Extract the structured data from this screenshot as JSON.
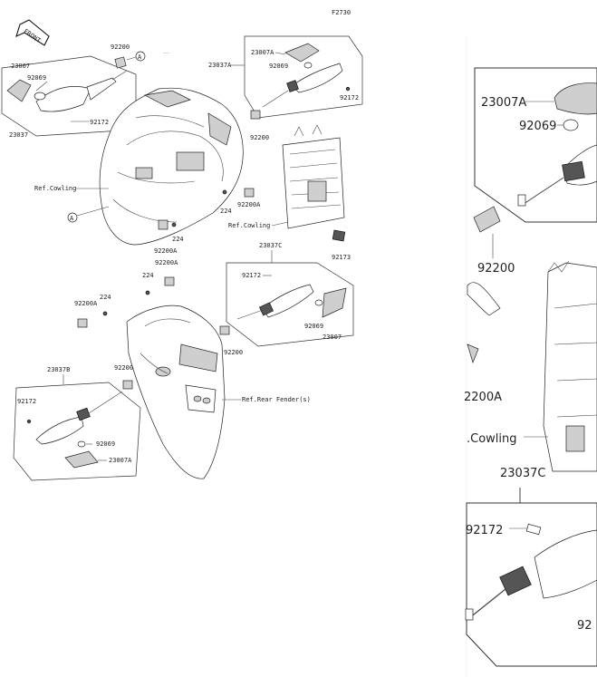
{
  "figure_code": "F2730",
  "front_label": "FRONT",
  "callout_A": "A",
  "labels": {
    "p23007": "23007",
    "p92069": "92069",
    "p23037": "23037",
    "p92172": "92172",
    "p92200": "92200",
    "p23037A": "23037A",
    "p23007A": "23007A",
    "p224": "224",
    "p92200A": "92200A",
    "p92173": "92173",
    "p23037B": "23037B",
    "p23037C": "23037C",
    "ref_cowling": "Ref.Cowling",
    "ref_cowling2": "Ref.Cowling",
    "ref_rear_fender": "Ref.Rear Fender(s)"
  },
  "zoom_labels": {
    "p23007A": "23007A",
    "p92069": "92069",
    "p92200": "92200",
    "p2200A": "2200A",
    "ref_cowling": ".Cowling",
    "p23037C": "23037C",
    "p92172": "92172",
    "p92": "92"
  },
  "colors": {
    "ink": "#222222",
    "paper": "#ffffff"
  }
}
